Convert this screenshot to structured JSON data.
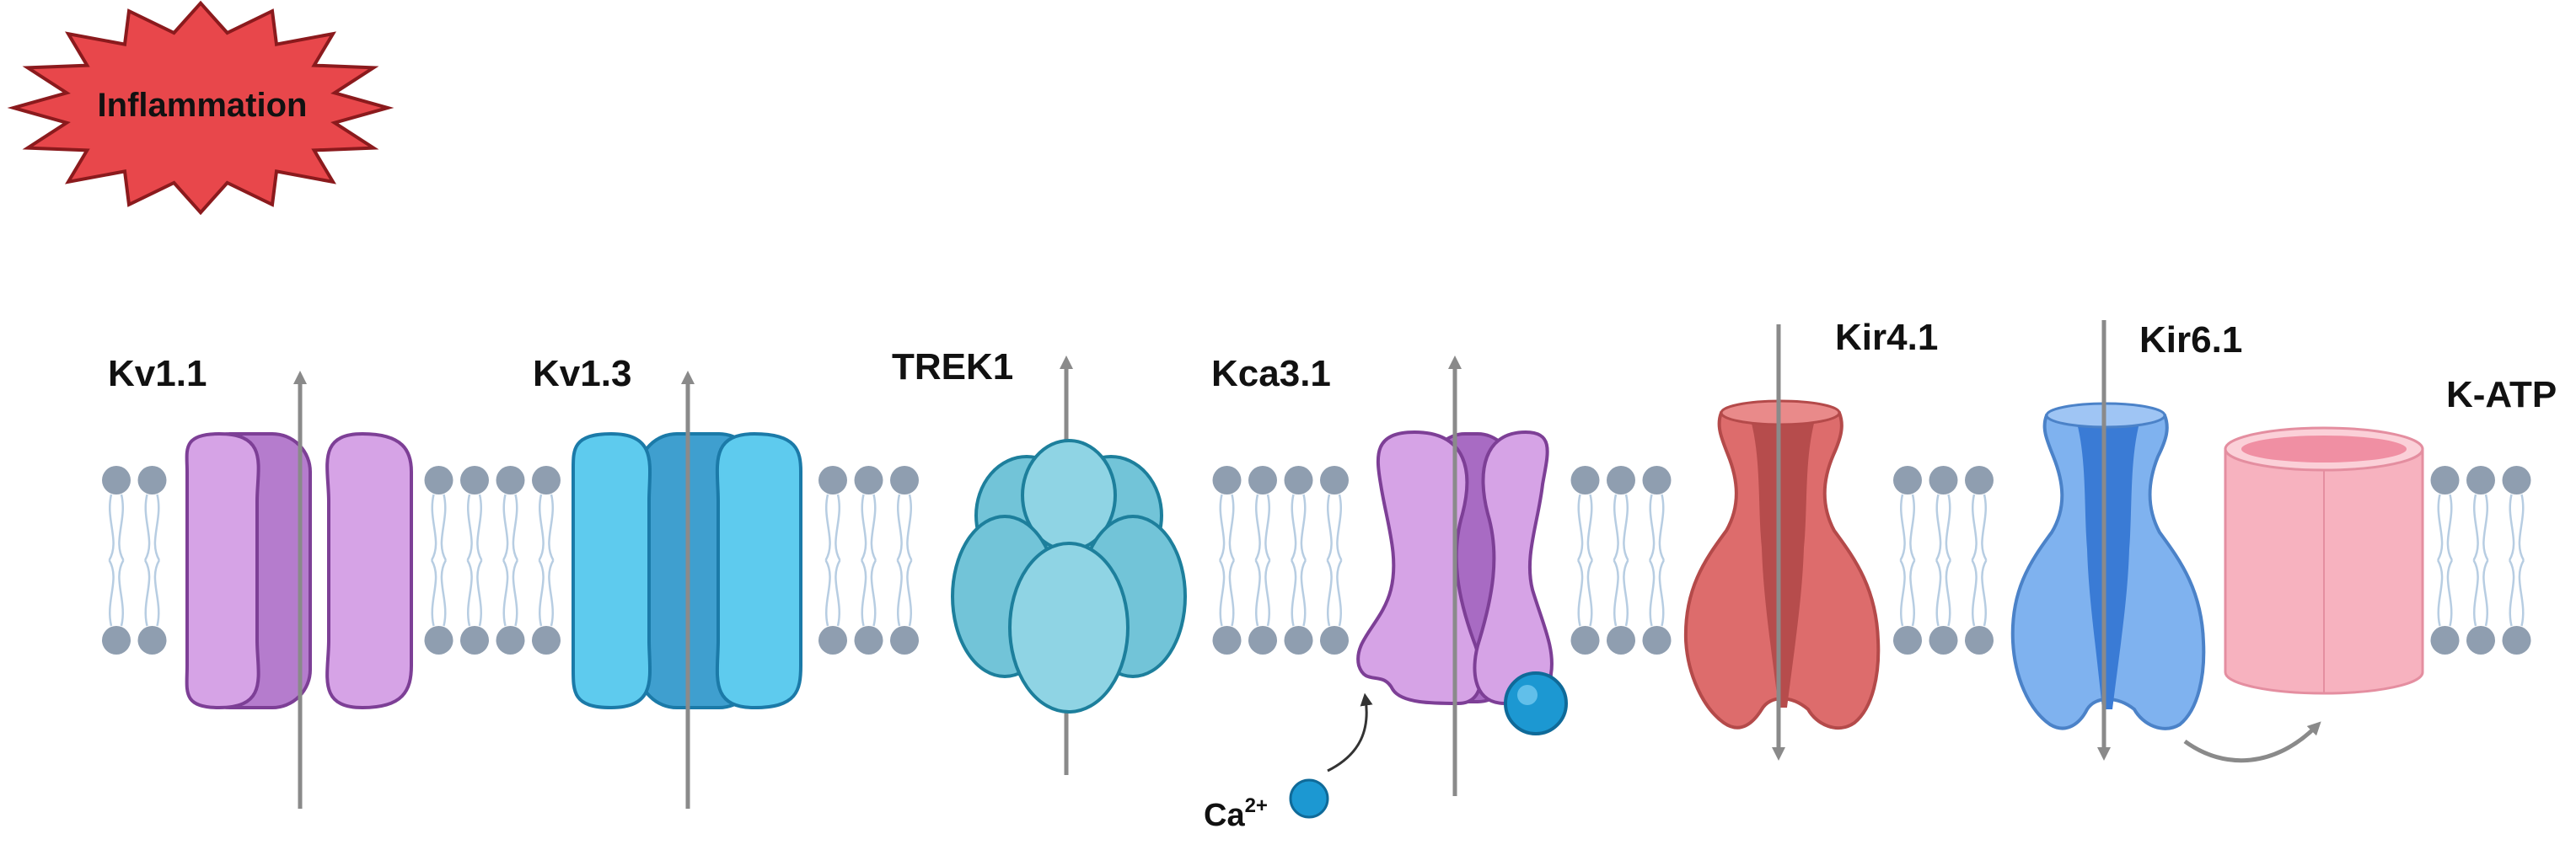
{
  "badge": {
    "text": "Inflammation",
    "color": "#e8474b"
  },
  "channels": [
    {
      "key": "kv11",
      "label": "Kv1.1",
      "color": "#d6a3e6"
    },
    {
      "key": "kv13",
      "label": "Kv1.3",
      "color": "#5ecbee"
    },
    {
      "key": "trek1",
      "label": "TREK1",
      "color": "#72c4d8"
    },
    {
      "key": "kca31",
      "label": "Kca3.1",
      "color": "#d6a3e6"
    },
    {
      "key": "kir41",
      "label": "Kir4.1",
      "color": "#dd6c6c"
    },
    {
      "key": "kir61",
      "label": "Kir6.1",
      "color": "#7fb2ef"
    },
    {
      "key": "katp",
      "label": "K-ATP",
      "color": "#f7b2bf"
    }
  ],
  "ion": {
    "base": "Ca",
    "charge": "2+",
    "color": "#1c98d2"
  },
  "membrane": {
    "head_color": "#8f9eb0",
    "tail_color": "#b7cde2"
  }
}
